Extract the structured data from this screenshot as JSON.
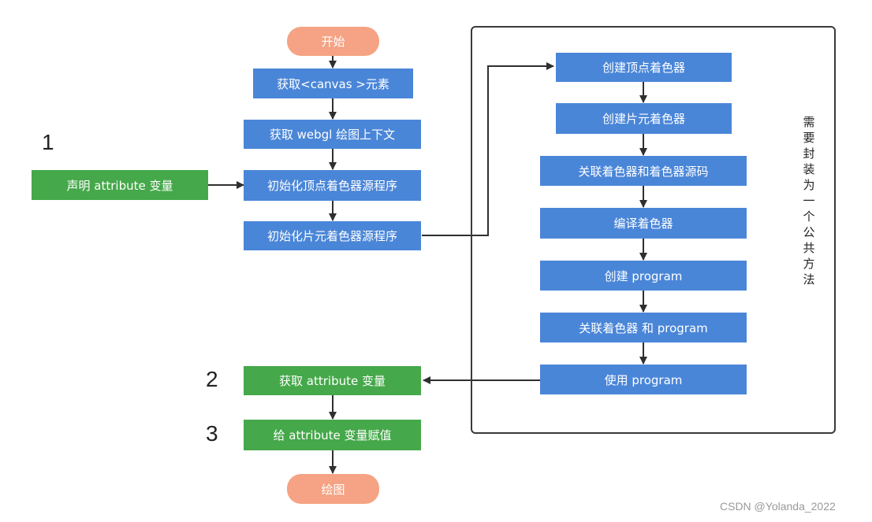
{
  "flow": {
    "start": "开始",
    "get_canvas": "获取<canvas >元素",
    "get_context": "获取 webgl 绘图上下文",
    "init_vertex_shader": "初始化顶点着色器源程序",
    "init_fragment_shader": "初始化片元着色器源程序",
    "get_attribute": "获取 attribute 变量",
    "assign_attribute": "给 attribute 变量赋值",
    "draw": "绘图"
  },
  "declare_attribute": "声明 attribute 变量",
  "steps": {
    "one": "1",
    "two": "2",
    "three": "3"
  },
  "group": {
    "create_vertex_shader": "创建顶点着色器",
    "create_fragment_shader": "创建片元着色器",
    "link_shader_source": "关联着色器和着色器源码",
    "compile_shader": "编译着色器",
    "create_program": "创建 program",
    "attach_shader_program": "关联着色器 和 program",
    "use_program": "使用 program",
    "note": "需要封装为一个公共方法"
  },
  "watermark": "CSDN @Yolanda_2022",
  "colors": {
    "process": "#4a86d8",
    "highlight": "#45a84a",
    "terminal": "#f5a384",
    "connector": "#2f2f2f"
  }
}
